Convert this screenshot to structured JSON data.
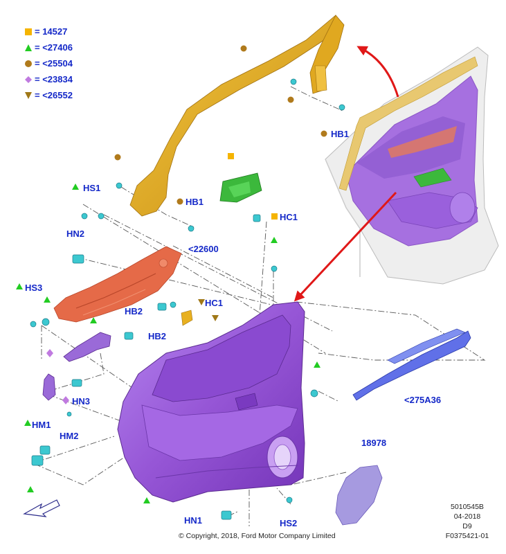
{
  "legend": [
    {
      "symbol": "square",
      "color": "#f5b400",
      "text": "= 14527"
    },
    {
      "symbol": "triangle-up",
      "color": "#22cc22",
      "text": "= <27406"
    },
    {
      "symbol": "circle",
      "color": "#b07a1c",
      "text": "= <25504"
    },
    {
      "symbol": "diamond",
      "color": "#c07ae0",
      "text": "= <23834"
    },
    {
      "symbol": "triangle-down",
      "color": "#a07818",
      "text": "= <26552"
    }
  ],
  "labels": {
    "hb1_top": "HB1",
    "hb1_mid": "HB1",
    "hs1": "HS1",
    "hc1_top": "HC1",
    "hn2": "HN2",
    "part_22600": "<22600",
    "hs3": "HS3",
    "hb2_top": "HB2",
    "hb2_bottom": "HB2",
    "hc1_mid": "HC1",
    "hn3": "HN3",
    "hm2": "HM2",
    "hm1": "HM1",
    "part_275a36": "<275A36",
    "part_18978": "18978",
    "hn1": "HN1",
    "hs2": "HS2"
  },
  "footer": {
    "copyright": "© Copyright, 2018, Ford Motor Company Limited",
    "code": "5010545B",
    "date": "04-2018",
    "rev": "D9",
    "figure": "F0375421-01"
  },
  "colors": {
    "label_blue": "#1428c8",
    "trim_purple": "#9b5ed8",
    "moulding_gold": "#e8b020",
    "bracket_red": "#e06040",
    "switch_green": "#3cb83c",
    "clip_cyan": "#3cc8d0",
    "arrow_red": "#e01818"
  }
}
